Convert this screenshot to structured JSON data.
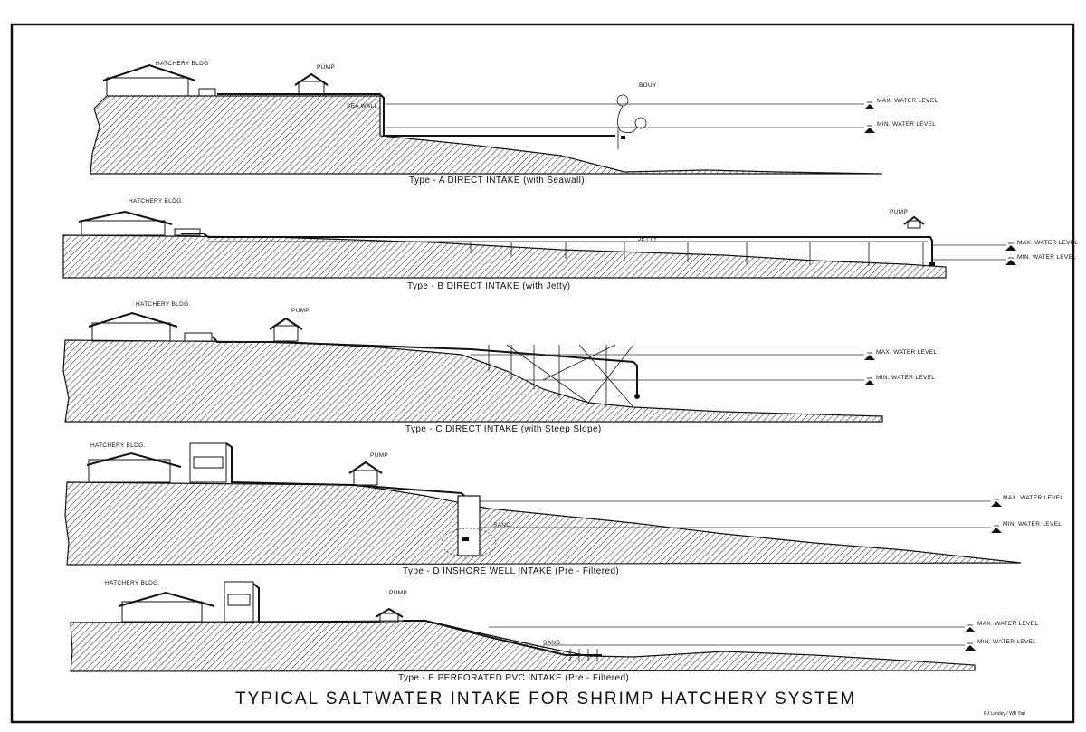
{
  "title": "TYPICAL SALTWATER INTAKE FOR SHRIMP HATCHERY SYSTEM",
  "credit": "RJ Landey / WB Yap",
  "colors": {
    "ink": "#111111",
    "paper": "#ffffff"
  },
  "panels": [
    {
      "id": "A",
      "caption": "Type - A    DIRECT  INTAKE   (with  Seawall)",
      "labels": {
        "hatchery": "HATCHERY BLDG",
        "pump": "PUMP",
        "seawall": "SEA WALL",
        "bouy": "BOUY",
        "max_water": "MAX. WATER LEVEL",
        "min_water": "MIN. WATER LEVEL"
      }
    },
    {
      "id": "B",
      "caption": "Type - B     DIRECT   INTAKE   (with   Jetty)",
      "labels": {
        "hatchery": "HATCHERY BLDG.",
        "pump": "PUMP",
        "jetty": "JETTY",
        "max_water": "MAX. WATER LEVEL",
        "min_water": "MIN. WATER LEVEL"
      }
    },
    {
      "id": "C",
      "caption": "Type - C     DIRECT    INTAKE    (with   Steep  Slope)",
      "labels": {
        "hatchery": "HATCHERY BLDG.",
        "pump": "PUMP",
        "max_water": "MAX. WATER LEVEL",
        "min_water": "MIN. WATER LEVEL"
      }
    },
    {
      "id": "D",
      "caption": "Type - D   INSHORE  WELL  INTAKE    (Pre - Filtered)",
      "labels": {
        "hatchery": "HATCHERY BLDG.",
        "pump": "PUMP",
        "sand": "SAND",
        "max_water": "MAX. WATER LEVEL",
        "min_water": "MIN. WATER LEVEL"
      }
    },
    {
      "id": "E",
      "caption": "Type - E   PERFORATED  PVC  INTAKE   (Pre - Filtered)",
      "labels": {
        "hatchery": "HATCHERY BLDG.",
        "pump": "PUMP",
        "sand": "SAND",
        "max_water": "MAX. WATER LEVEL",
        "min_water": "MIN. WATER LEVEL"
      }
    }
  ]
}
